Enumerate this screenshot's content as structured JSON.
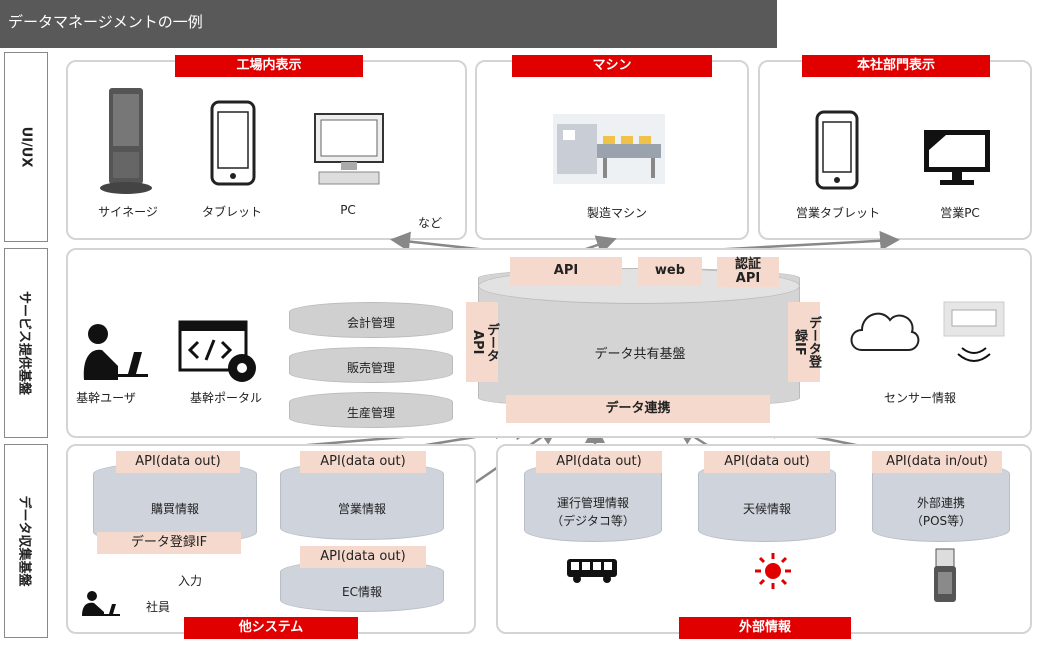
{
  "title": "データマネージメントの一例",
  "rows": {
    "uiux": "UI/UX",
    "service": "サービス提供基盤",
    "collect": "データ収集基盤"
  },
  "uiux": {
    "factory": {
      "tag": "工場内表示",
      "signage": "サイネージ",
      "tablet": "タブレット",
      "pc": "PC",
      "etc": "など"
    },
    "machine": {
      "tag": "マシン",
      "label": "製造マシン"
    },
    "hq": {
      "tag": "本社部門表示",
      "tablet": "営業タブレット",
      "pc": "営業PC"
    }
  },
  "service": {
    "api": "API",
    "web": "web",
    "auth": "認証\nAPI",
    "core": "データ共有基盤",
    "left_if": "データ\nAPI",
    "right_if": "データ登\n録IF",
    "link": "データ連携",
    "systems": [
      "会計管理",
      "販売管理",
      "生産管理"
    ],
    "user": "基幹ユーザ",
    "portal": "基幹ポータル",
    "sensor": "センサー情報"
  },
  "collect": {
    "other_tag": "他システム",
    "external_tag": "外部情報",
    "purchase": {
      "api": "API(data out)",
      "name": "購買情報",
      "if": "データ登録IF"
    },
    "sales": {
      "api": "API(data out)",
      "name": "営業情報"
    },
    "ec": {
      "api": "API(data out)",
      "name": "EC情報"
    },
    "input": "入力",
    "staff": "社員",
    "operation": {
      "api": "API(data out)",
      "name": "運行管理情報",
      "sub": "（デジタコ等）"
    },
    "weather": {
      "api": "API(data out)",
      "name": "天候情報"
    },
    "external": {
      "api": "API(data in/out)",
      "name": "外部連携",
      "sub": "（POS等）"
    }
  },
  "colors": {
    "red": "#e00000",
    "peach": "#f5d9cc",
    "title_bg": "#595959"
  }
}
